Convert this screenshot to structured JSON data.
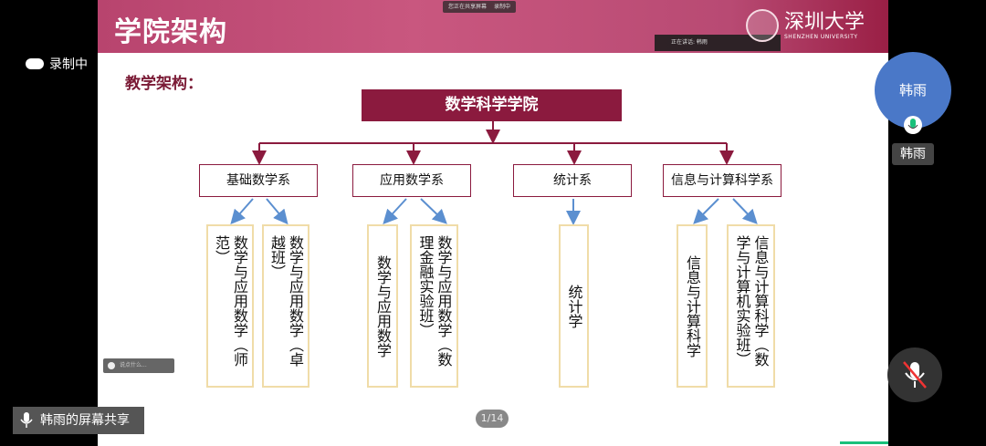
{
  "overlay": {
    "recording": "录制中",
    "share_label": "韩雨的屏幕共享",
    "participant_name": "韩雨",
    "avatar_text": "韩雨",
    "share_status": "您正在共享屏幕",
    "rec_status": "录制中",
    "speaking": "正在讲话: 韩雨",
    "comment_placeholder": "说点什么...",
    "page_indicator": "1/14"
  },
  "slide": {
    "title": "学院架构",
    "logo_text": "深圳大学",
    "logo_sub": "SHENZHEN UNIVERSITY",
    "subtitle": "教学架构：",
    "root": "数学科学学院",
    "departments": [
      "基础数学系",
      "应用数学系",
      "统计系",
      "信息与计算科学系"
    ],
    "majors": [
      "数学与应用数学（师范）",
      "数学与应用数学（卓越班）",
      "数学与应用数学",
      "数学与应用数学（数理金融实验班）",
      "统计学",
      "信息与计算科学",
      "信息与计算科学（数学与计算机实验班）"
    ],
    "colors": {
      "primary": "#8b1a3e",
      "arrow": "#5b8fd0",
      "major_border": "#f0dca8"
    }
  }
}
